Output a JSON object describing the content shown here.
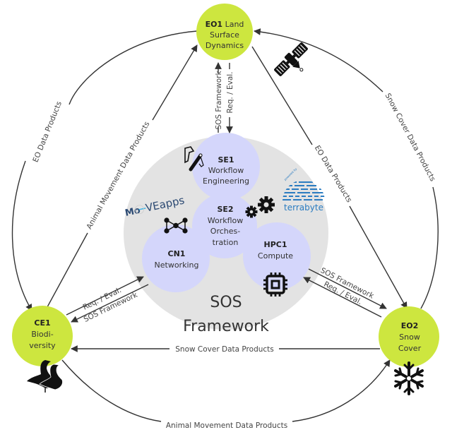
{
  "diagram": {
    "colors": {
      "partner_node": "#cde63f",
      "framework_bg": "#e3e3e3",
      "service_bubble": "#d4d6fb",
      "edge": "#333333",
      "moveapps_blue": "#2c4a73",
      "moveapps_cyan": "#3ab4e6",
      "terrabyte_blue": "#2b7cc1"
    },
    "framework": {
      "title_line1": "SOS",
      "title_line2": "Framework"
    },
    "partners": {
      "eo1": {
        "code": "EO1",
        "name_inline": "Land",
        "lines": [
          "Surface",
          "Dynamics"
        ],
        "icon": "satellite-icon"
      },
      "ce1": {
        "code": "CE1",
        "lines": [
          "Biodi-",
          "versity"
        ],
        "icon": "geese-icon"
      },
      "eo2": {
        "code": "EO2",
        "lines": [
          "Snow",
          "Cover"
        ],
        "icon": "snowflake-icon"
      }
    },
    "services": {
      "se1": {
        "code": "SE1",
        "lines": [
          "Workflow",
          "Engineering"
        ],
        "icon": "swiss-army-knife-icon"
      },
      "se2": {
        "code": "SE2",
        "lines": [
          "Workflow",
          "Orches-",
          "tration"
        ],
        "icon": "gears-icon"
      },
      "cn1": {
        "code": "CN1",
        "lines": [
          "Networking"
        ],
        "icon": "network-nodes-icon"
      },
      "hpc1": {
        "code": "HPC1",
        "lines": [
          "Compute"
        ],
        "icon": "cpu-chip-icon"
      }
    },
    "logos": {
      "moveapps": {
        "text_prefix": "Mo",
        "text_suffix": "VEapps"
      },
      "terrabyte": {
        "text": "terrabyte",
        "powered_by": "powered by"
      }
    },
    "edges": {
      "eo_data_products_left": "EO Data Products",
      "animal_movement_up": "Animal Movement Data Products",
      "eo_data_products_diag": "EO Data Products",
      "snow_cover_right": "Snow Cover Data Products",
      "snow_cover_bottom": "Snow Cover Data Products",
      "animal_movement_bottom": "Animal Movement Data Products",
      "eo1_sos_framework": "SOS Framework",
      "eo1_req_eval": "Req. / Eval.",
      "ce1_req_eval": "Req. / Eval.",
      "ce1_sos_framework": "SOS Framework",
      "eo2_sos_framework": "SOS Framework",
      "eo2_req_eval": "Req. / Eval."
    }
  }
}
